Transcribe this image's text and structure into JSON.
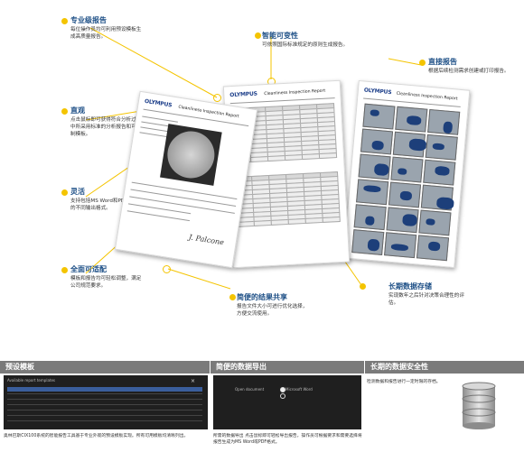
{
  "callouts": {
    "professional": {
      "title": "专业级报告",
      "desc": "每位操作员均可利用预设模板生成高质量报告。"
    },
    "intuitive": {
      "title": "直观",
      "desc": "点击鼠标即可获得符合分析过程中所采用标准的分析报告和可定制模板。"
    },
    "flexible": {
      "title": "灵活",
      "desc": "支持包括MS Word和PDF在内的不同输出格式。"
    },
    "adaptable": {
      "title": "全面可适配",
      "desc": "模板和报告均可轻松调整，满足公司规范要求。"
    },
    "traceability": {
      "title": "智能可变性",
      "desc": "可依照国际标准规定的原则生成报告。"
    },
    "direct": {
      "title": "直接报告",
      "desc": "根据后续检测需求创建或打印报告。"
    },
    "sharing": {
      "title": "简便的结果共享",
      "desc": "报告文件大小可进行优化选择，方便交流使用。"
    },
    "storage": {
      "title": "长期数据存储",
      "desc": "实现数年之后针对决策合理性的评估。"
    }
  },
  "reports": {
    "brand": "OLYMPUS",
    "title": "Cleanliness Inspection Report",
    "signature": "J. Palcone"
  },
  "bottom": {
    "sections": [
      {
        "title": "预设模板",
        "caption": "奥林巴斯CIX100系统的智能报告工具基于专业外观的预设模板实现。所有可用模板均清晰列出。"
      },
      {
        "title": "简便的数据导出",
        "caption": "所需的数据导出 点击鼠标即可轻松导出报告，操作员可根据要求和需要选择将报告生成为MS Word或PDF格式。"
      },
      {
        "title": "长期的数据安全性",
        "caption": "检测数据和报告进行一定时限的存档。"
      }
    ],
    "template_dialog": {
      "header": "Available report templates",
      "option": "Open document",
      "selected_option": "Microsoft Word"
    }
  },
  "colors": {
    "accent": "#f4c400",
    "title": "#1d4f86",
    "bar": "#7a7a7a",
    "panel": "#1f1f1f"
  }
}
